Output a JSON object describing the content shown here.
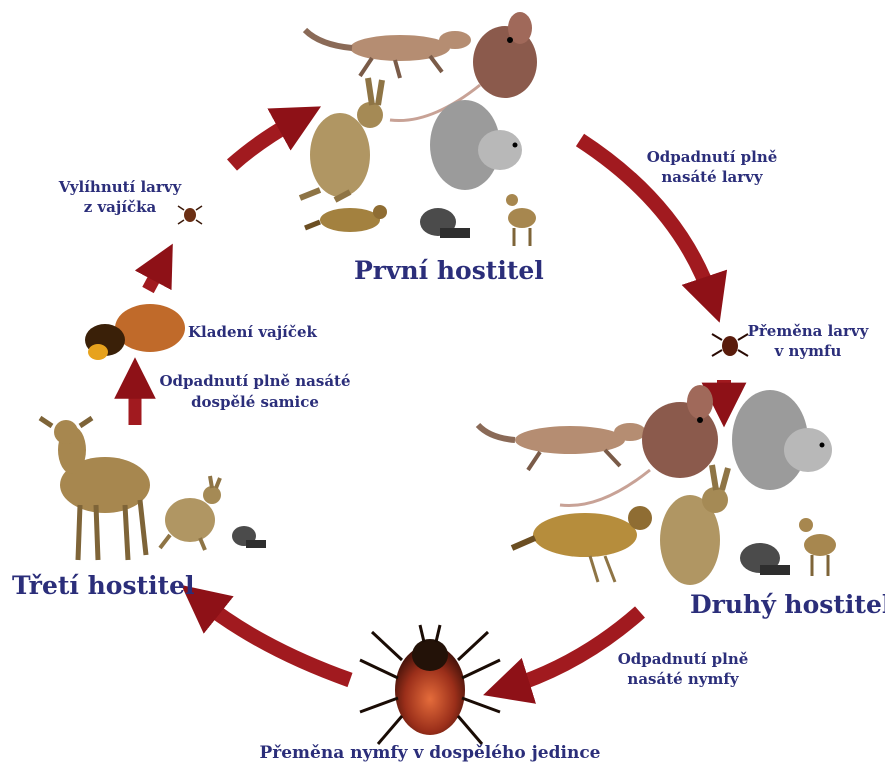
{
  "hosts": {
    "first": "První hostitel",
    "second": "Druhý hostitel",
    "third": "Třetí hostitel"
  },
  "stages": {
    "hatch_line1": "Vylíhnutí larvy",
    "hatch_line2": "z vajíčka",
    "drop_larvae_line1": "Odpadnutí plně",
    "drop_larvae_line2": "nasáté larvy",
    "molt_larva_line1": "Přeměna larvy",
    "molt_larva_line2": "v nymfu",
    "drop_nymph_line1": "Odpadnutí plně",
    "drop_nymph_line2": "nasáté nymfy",
    "molt_nymph": "Přeměna nymfy v dospělého jedince",
    "drop_female_line1": "Odpadnutí plně nasáté",
    "drop_female_line2": "dospělé samice",
    "egg_laying": "Kladení vajíček"
  },
  "colors": {
    "label": "#2b2e7a",
    "arrow": "#a11a1f",
    "arrow_dark": "#6e0c10"
  }
}
